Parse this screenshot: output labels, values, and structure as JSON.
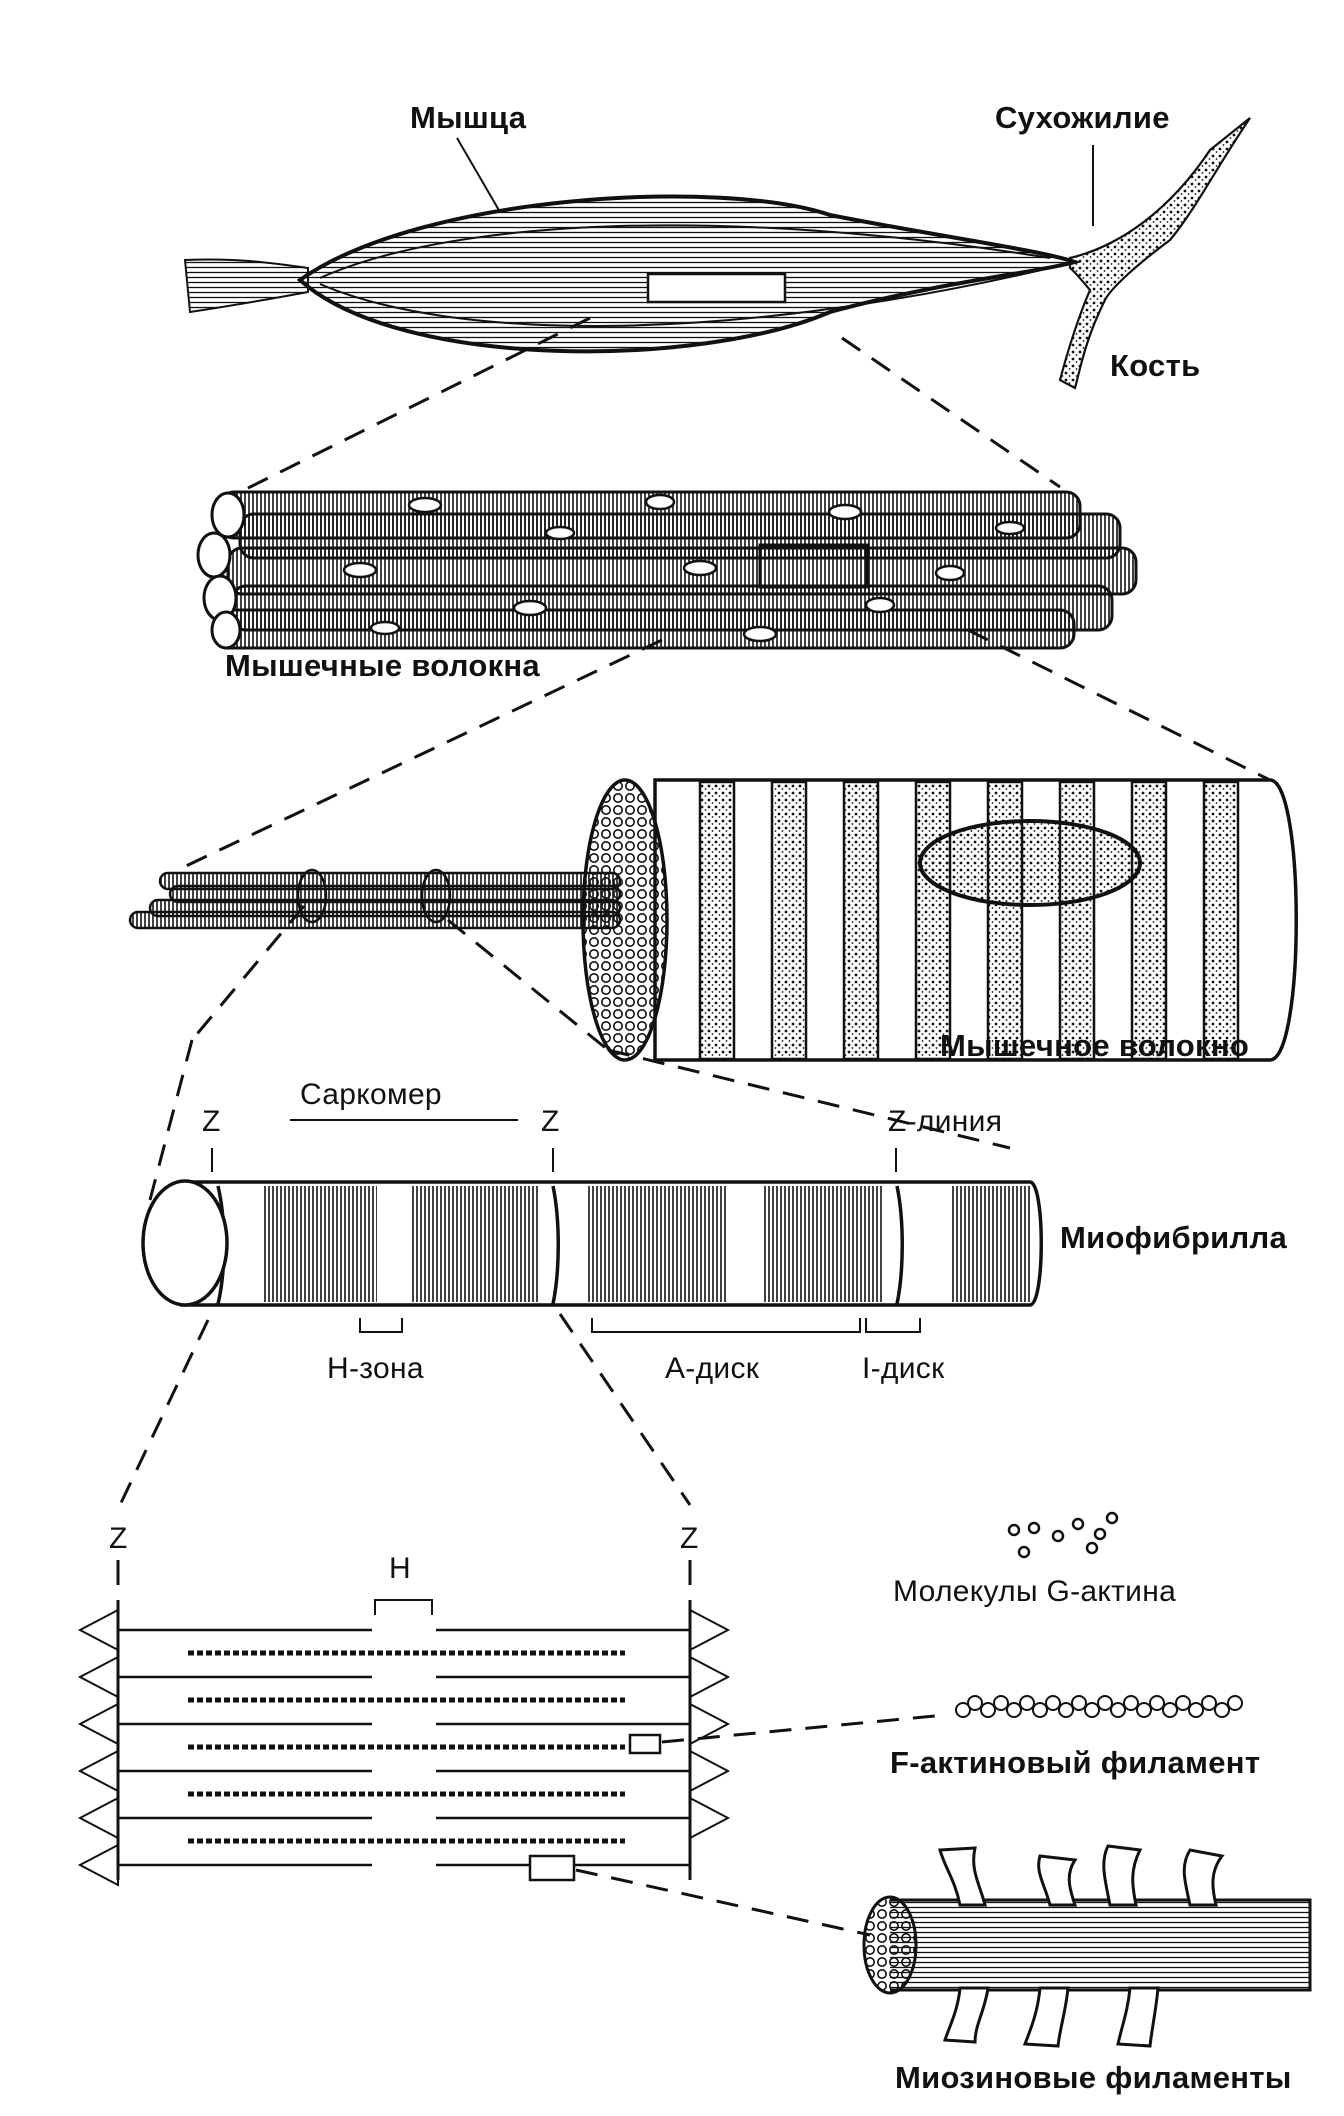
{
  "labels": {
    "muscle": "Мышца",
    "tendon": "Сухожилие",
    "bone": "Кость",
    "muscle_fibers": "Мышечные волокна",
    "muscle_fiber": "Мышечное волокно",
    "sarcomere": "Саркомер",
    "z_left": "Z",
    "z_mid": "Z",
    "z_line": "Z-линия",
    "myofibril": "Миофибрилла",
    "h_zone": "Н-зона",
    "a_disc": "А-диск",
    "i_disc": "I-диск",
    "z_bottom_left": "Z",
    "z_bottom_right": "Z",
    "h_bottom": "Н",
    "g_actin": "Молекулы G-актина",
    "f_actin": "F-актиновый филамент",
    "myosin": "Миозиновые филаменты"
  },
  "colors": {
    "ink": "#111111",
    "paper": "#ffffff",
    "stipple": "#555555"
  }
}
